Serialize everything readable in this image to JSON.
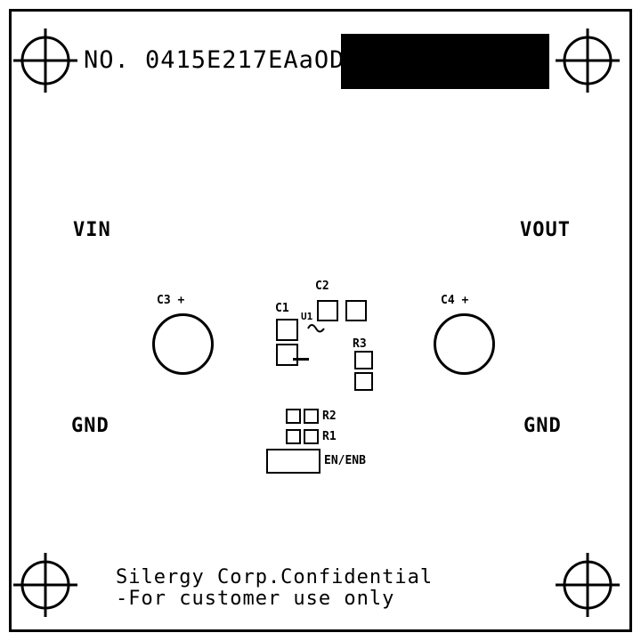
{
  "board": {
    "title": "NO. 0415E217EAaOD",
    "labels": {
      "vin": "VIN",
      "vout": "VOUT",
      "gnd_left": "GND",
      "gnd_right": "GND"
    },
    "components": {
      "c1": {
        "label": "C1"
      },
      "c2": {
        "label": "C2"
      },
      "c3": {
        "label": "C3 +"
      },
      "c4": {
        "label": "C4 +"
      },
      "u1": {
        "label": "U1"
      },
      "r1": {
        "label": "R1"
      },
      "r2": {
        "label": "R2"
      },
      "r3": {
        "label": "R3"
      },
      "en": {
        "label": "EN/ENB"
      }
    },
    "footer": {
      "line1": "Silergy Corp.Confidential",
      "line2": "-For customer use only"
    },
    "colors": {
      "ink": "#000000",
      "background": "#ffffff"
    }
  }
}
